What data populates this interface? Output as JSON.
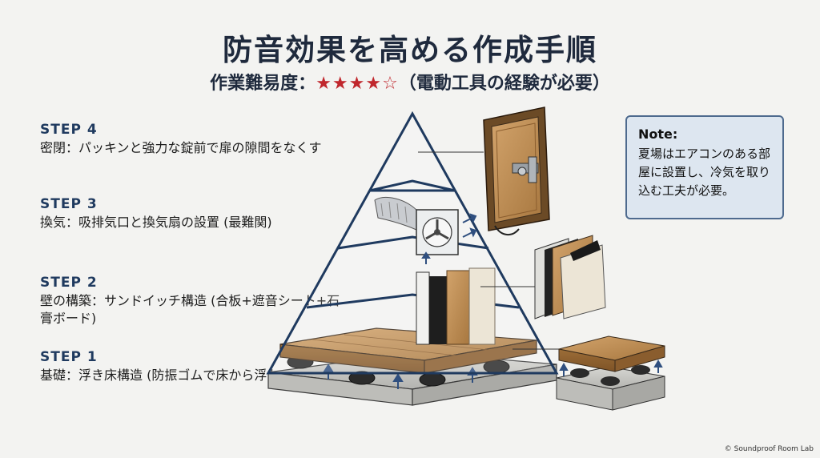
{
  "title": "防音効果を高める作成手順",
  "subtitle": {
    "prefix": "作業難易度：",
    "stars": "★★★★☆",
    "suffix": "（電動工具の経験が必要）",
    "rating": 4,
    "rating_max": 5
  },
  "steps": [
    {
      "num": "STEP 4",
      "desc": "密閉：パッキンと強力な錠前で扉の隙間をなくす"
    },
    {
      "num": "STEP 3",
      "desc": "換気：吸排気口と換気扇の設置 (最難関)"
    },
    {
      "num": "STEP 2",
      "desc": "壁の構築：サンドイッチ構造 (合板+遮音シート+石膏ボード)"
    },
    {
      "num": "STEP 1",
      "desc": "基礎：浮き床構造 (防振ゴムで床から浮かせる)"
    }
  ],
  "note": {
    "title": "Note:",
    "body": "夏場はエアコンのある部屋に設置し、冷気を取り込む工夫が必要。"
  },
  "credit": "© Soundproof Room Lab",
  "colors": {
    "outline": "#1f3a5f",
    "star": "#c0272d",
    "wood": "#b98a55",
    "concrete": "#c9c9c5",
    "note_bg": "#dde6f0"
  }
}
